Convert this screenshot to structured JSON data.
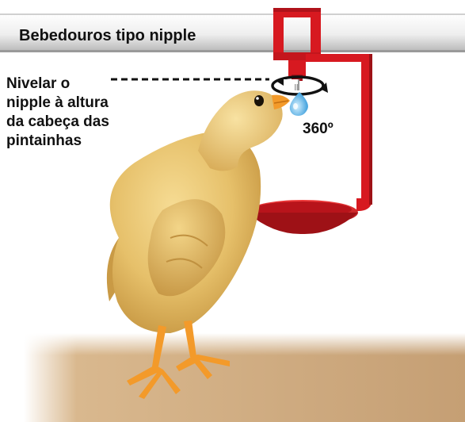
{
  "title": "Bebedouros tipo nipple",
  "instruction": {
    "lines": [
      "Nivelar o",
      "nipple à altura",
      "da cabeça das",
      "pintainhas"
    ]
  },
  "rotation_label": "360º",
  "colors": {
    "pipe": "#f2f2f2",
    "bracket_red": "#d71920",
    "dark_red": "#9e1116",
    "floor": "#c9a37a",
    "chick": "#e9c773",
    "feet": "#f39a2a",
    "water": "#5ab4e8"
  }
}
